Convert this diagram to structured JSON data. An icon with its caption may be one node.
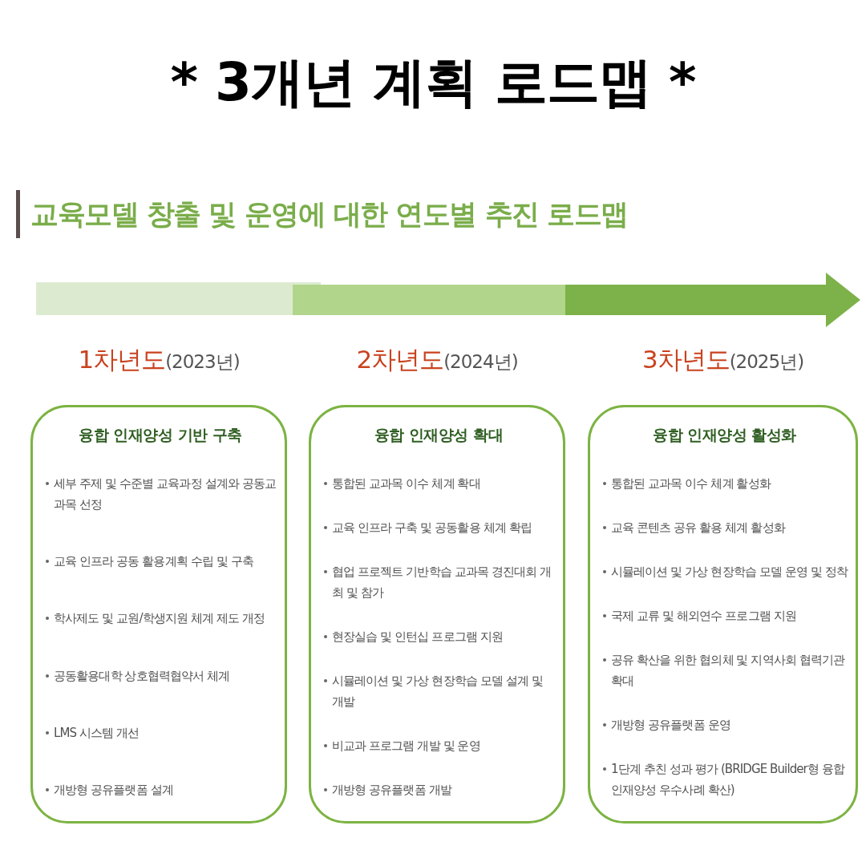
{
  "diagram": {
    "title": "* 3개년 계획 로드맵 *",
    "nodes": [
      {
        "text": [
          "1차년도(2023년)",
          "융합 인재양성 기반 구축",
          "세부 주제 및 수준별 교육과정 설계와 공동교과목 선정",
          "교육 인프라 공동 활용계획 수립 및 구축",
          "학사제도 및 교원/학생지원 체계 제도 개정",
          "공동활용대학 상호협력협약서 체계",
          "LMS 시스템 개선",
          "개방형 공유플랫폼 설계"
        ]
      },
      {
        "text": [
          "2차년도(2024년)",
          "융합 인재양성 확대",
          "통합된 교과목 이수 체계 확대",
          "교육 인프라 구축 및 공동활용 체계 확립",
          "협업 프로젝트 기반학습 교과목 경진대회 개최 및 참가",
          "현장실습 및 인턴십 프로그램 지원",
          "시뮬레이션 및 가상 현장학습 모델 설계 및 개발",
          "비교과 프로그램 개발 및 운영",
          "개방형 공유플랫폼 개발"
        ]
      },
      {
        "text": [
          "3차년도(2025년)",
          "융합 인재양성 활성화",
          "통합된 교과목 이수 체계 활성화",
          "교육 콘텐츠 공유 활용 체계 활성화",
          "시뮬레이션 및 가상 현장학습 모델 운영 및 정착",
          "국제 교류 및 해외연수 프로그램 지원",
          "공유 확산을 위한 협의체 및 지역사회 협력기관 확대",
          "개방형 공유플랫폼 운영",
          "1단계 추친 성과 평가 (BRIDGE Builder형 융합인재양성 우수사례 확산)"
        ]
      }
    ],
    "labels": [
      "교육모델 창출 및 운영에 대한 연도별 추진 로드맵"
    ]
  }
}
